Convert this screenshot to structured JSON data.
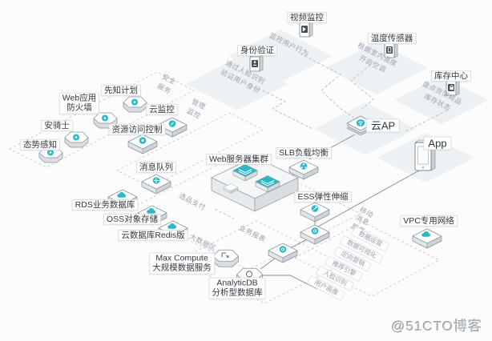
{
  "watermark": "@51CTO博客",
  "colors": {
    "accent_teal": "#2ab9c9",
    "solid_line": "#84898f",
    "dashed_line": "#b6bdc5",
    "zone_dash": "#c6ccd3",
    "tile_fill": "#eef1f4"
  },
  "nodes": [
    {
      "id": "video-surveillance",
      "label": "视频监控",
      "icon": "camera-device-icon"
    },
    {
      "id": "temperature-sensor",
      "label": "温度传感器",
      "icon": "sensor-device-icon"
    },
    {
      "id": "inventory-center",
      "label": "库存中心",
      "icon": "lock-device-icon"
    },
    {
      "id": "identity-verification",
      "label": "身份验证",
      "icon": "id-card-device-icon"
    },
    {
      "id": "cloud-ap",
      "label": "云AP",
      "icon": "wifi-ap-icon"
    },
    {
      "id": "app",
      "label": "App",
      "icon": "smartphone-icon"
    },
    {
      "id": "situation-awareness",
      "label": "态势感知",
      "icon": "shield-puck-icon"
    },
    {
      "id": "safety-knight",
      "label": "安骑士",
      "icon": "shield-puck-icon"
    },
    {
      "id": "web-app-firewall",
      "label": "Web应用\n防火墙",
      "icon": "shield-puck-icon"
    },
    {
      "id": "xianzhi-plan",
      "label": "先知计划",
      "icon": "shield-puck-icon"
    },
    {
      "id": "cloud-monitor",
      "label": "云监控",
      "icon": "gauge-tile-icon"
    },
    {
      "id": "resource-access-control",
      "label": "资源访问控制",
      "icon": "key-tile-icon"
    },
    {
      "id": "message-queue",
      "label": "消息队列",
      "icon": "queue-tile-icon"
    },
    {
      "id": "rds-database",
      "label": "RDS业务数据库",
      "icon": "cloud-tile-icon"
    },
    {
      "id": "oss-storage",
      "label": "OSS对象存储",
      "icon": "cloud-tile-icon"
    },
    {
      "id": "redis-database",
      "label": "云数据库Redis版",
      "icon": "cloud-tile-icon"
    },
    {
      "id": "max-compute",
      "label": "Max Compute\n大规模数据服务",
      "icon": "compute-puck-icon"
    },
    {
      "id": "analyticdb",
      "label": "AnalyticDB\n分析型数据库",
      "icon": "analytics-puck-icon"
    },
    {
      "id": "web-server-cluster",
      "label": "Web服务器集群",
      "icon": "server-cluster-icon"
    },
    {
      "id": "slb-load-balancer",
      "label": "SLB负载均衡",
      "icon": "load-balancer-tile-icon"
    },
    {
      "id": "ess-auto-scaling",
      "label": "ESS弹性伸缩",
      "icon": "auto-scale-tile-icon"
    },
    {
      "id": "vpc-network",
      "label": "VPC专用网络",
      "icon": "vpc-cloud-tile-icon"
    }
  ],
  "zone_captions": [
    {
      "id": "monitor-user-behavior",
      "label": "监控用户行为"
    },
    {
      "id": "face-recognition-verify",
      "label": "通过人脸识别\n验证用户身份"
    },
    {
      "id": "temperature-ac-control",
      "label": "根据室内温度\n开启空调"
    },
    {
      "id": "shelf-inventory-status",
      "label": "盘点货架商品\n库存状态"
    },
    {
      "id": "security-services",
      "label": "安全\n服务"
    },
    {
      "id": "management-monitoring",
      "label": "管理\n监控"
    },
    {
      "id": "product-selection-payment",
      "label": "选品支付"
    },
    {
      "id": "business-report",
      "label": "业务报表"
    },
    {
      "id": "big-data-zone",
      "label": "大数据区"
    },
    {
      "id": "mobile-message-service",
      "label": "移动\n消息\n服务"
    }
  ],
  "service_rows": [
    {
      "label": "数据运营"
    },
    {
      "label": "数据可视化"
    },
    {
      "label": "定向营销"
    },
    {
      "label": "推荐引擎"
    },
    {
      "label": "人脸识别"
    },
    {
      "label": "用户画像"
    }
  ]
}
